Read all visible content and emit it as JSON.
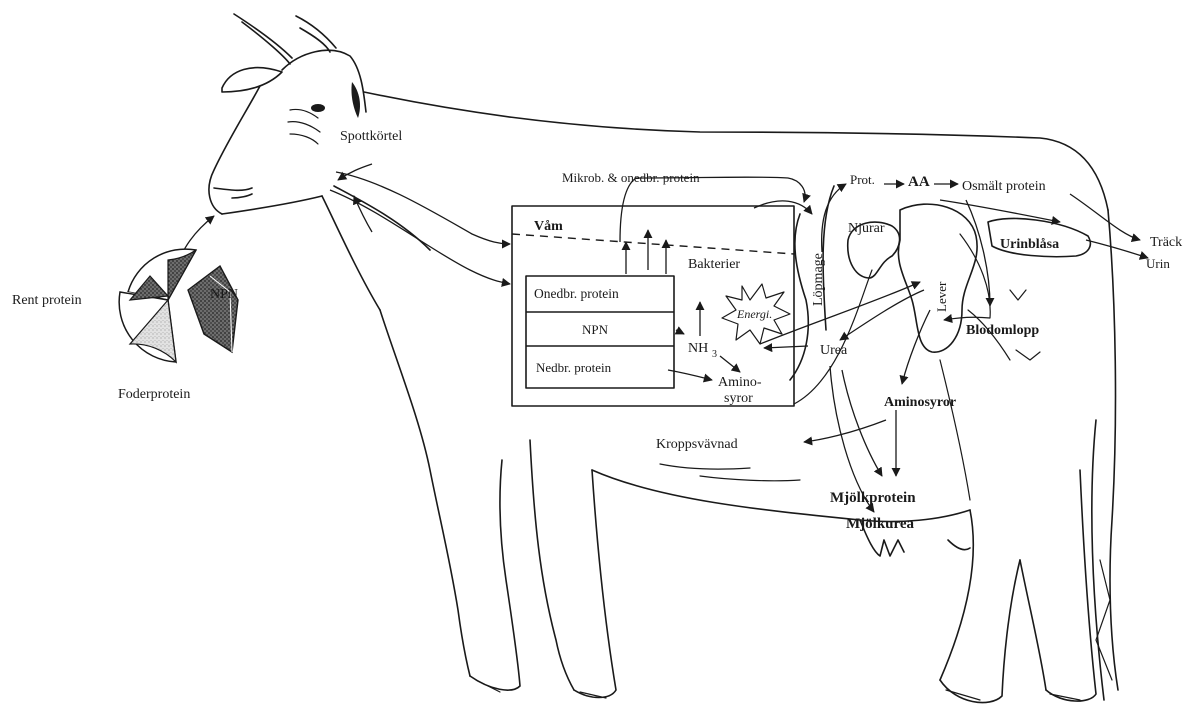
{
  "labels": {
    "spottkortel": "Spottkörtel",
    "mikrob": "Mikrob. & onedbr. protein",
    "vam": "Våm",
    "bakterier": "Bakterier",
    "onedbr": "Onedbr. protein",
    "npn_box": "NPN",
    "nedbr": "Nedbr. protein",
    "energi": "Energi.",
    "nh3": "NH",
    "nh3_sub": "3",
    "amino1": "Amino-",
    "amino2": "syror",
    "lopmage": "Löpmage",
    "prot": "Prot.",
    "aa": "AA",
    "osmalt": "Osmält protein",
    "trackgodsel": "Träck",
    "urin": "Urin",
    "njurar": "Njurar",
    "urinblasa": "Urinblåsa",
    "lever": "Lever",
    "blodomlopp": "Blodomlopp",
    "urea": "Urea",
    "aminosyror": "Aminosyror",
    "kroppsvavnad": "Kroppsvävnad",
    "mjolkprotein": "Mjölkprotein",
    "mjolkurea": "Mjölkurea",
    "rent_protein": "Rent protein",
    "npn_feed": "NPN",
    "foderprotein": "Foderprotein"
  }
}
